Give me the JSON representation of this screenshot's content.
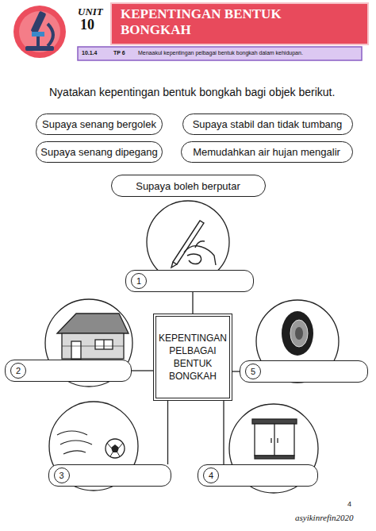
{
  "diagram": {
    "title": "KEPENTINGAN BENTUK BONGKAH",
    "nodes": [
      {
        "text": [
          "Supaya senang bergolek"
        ]
      },
      {
        "text": [
          "Supaya stabil dan tidak tumbang"
        ]
      },
      {
        "text": [
          "Supaya senang dipegang"
        ]
      },
      {
        "text": [
          "Memudahkan air hujan mengalir"
        ]
      },
      {
        "text": [
          "Supaya boleh berputar"
        ]
      },
      {
        "text": [
          "1"
        ]
      },
      {
        "text": [
          "2"
        ]
      },
      {
        "text": [
          "KEPENTINGAN PELBAGAI BENTUK BONGKAH"
        ]
      },
      {
        "text": [
          "5"
        ]
      },
      {
        "text": [
          "3"
        ]
      },
      {
        "text": [
          "4"
        ]
      }
    ],
    "edges": [
      {
        "from": 7,
        "to": 5,
        "arrow": "none"
      },
      {
        "from": 7,
        "to": 6,
        "arrow": "none"
      },
      {
        "from": 7,
        "to": 8,
        "arrow": "none"
      },
      {
        "from": 7,
        "to": 9,
        "arrow": "none"
      },
      {
        "from": 7,
        "to": 10,
        "arrow": "none"
      }
    ],
    "labels": [
      "UNIT",
      "10",
      "10.1.4",
      "TP 6",
      "Menaakul kepentingan pelbagai bentuk bongkah dalam kehidupan.",
      "Nyatakan kepentingan bentuk bongkah bagi objek berikut.",
      "4",
      "asyikinrefin2020"
    ]
  }
}
